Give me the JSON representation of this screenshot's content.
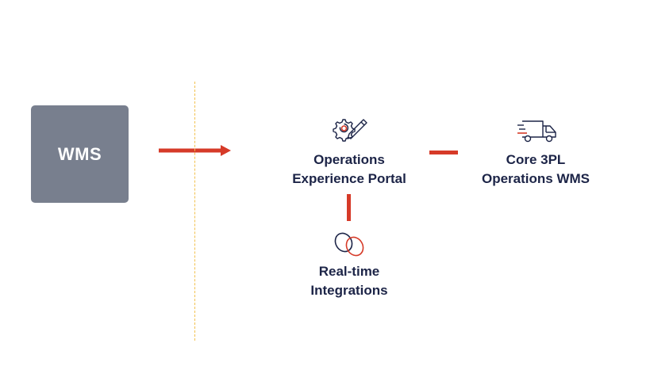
{
  "source_box": {
    "label": "WMS"
  },
  "nodes": {
    "portal": {
      "icon": "gear-pencil-icon",
      "line1": "Operations",
      "line2": "Experience Portal"
    },
    "core": {
      "icon": "delivery-truck-icon",
      "line1": "Core 3PL",
      "line2": "Operations WMS"
    },
    "integrations": {
      "icon": "linked-rings-icon",
      "line1": "Real-time",
      "line2": "Integrations"
    }
  },
  "colors": {
    "accent": "#d63a28",
    "text": "#1c2447",
    "box": "#787f8e",
    "divider": "#f2c14e"
  }
}
